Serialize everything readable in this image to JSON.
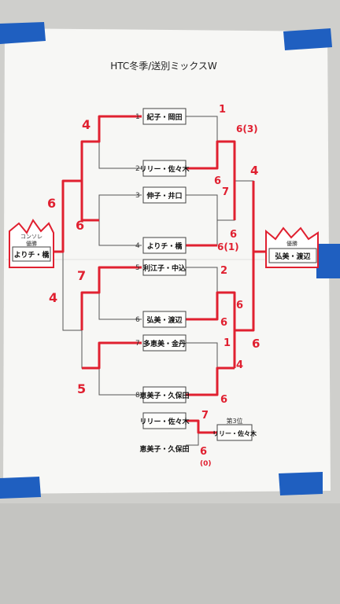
{
  "title": "HTC冬季/送別ミックスW",
  "seeds": [
    "1",
    "2",
    "3",
    "4",
    "5",
    "6",
    "7",
    "8"
  ],
  "teams": [
    "紀子・岡田",
    "リリー・佐々木",
    "伸子・井口",
    "よりチ・橋",
    "利江子・中込",
    "弘美・渡辺",
    "多恵美・金丹",
    "恵美子・久保田"
  ],
  "third_place": {
    "players": [
      "リリー・佐々木",
      "恵美子・久保田"
    ],
    "scores": [
      "7",
      "6",
      "(0)"
    ],
    "label": "第3位",
    "winner": "リリー・佐々木"
  },
  "champion": {
    "label": "優勝",
    "name": "弘美・渡辺"
  },
  "consolation": {
    "label1": "コンソレ",
    "label2": "優勝",
    "name": "よりチ・橋"
  },
  "scores": {
    "r1": [
      "1",
      "6",
      "7",
      "6(1)",
      "2",
      "6",
      "1",
      "6"
    ],
    "sf": [
      "6(3)",
      "6",
      "6",
      "4"
    ],
    "final": [
      "4",
      "6"
    ],
    "cons_r1": [
      "4",
      "6",
      "7",
      "5"
    ],
    "cons_final": [
      "6",
      "4"
    ]
  },
  "colors": {
    "wall": "#cfcfcc",
    "paper": "#f7f7f5",
    "tape": "#1f5fc0",
    "ink": "#e02030",
    "line": "#555555"
  }
}
